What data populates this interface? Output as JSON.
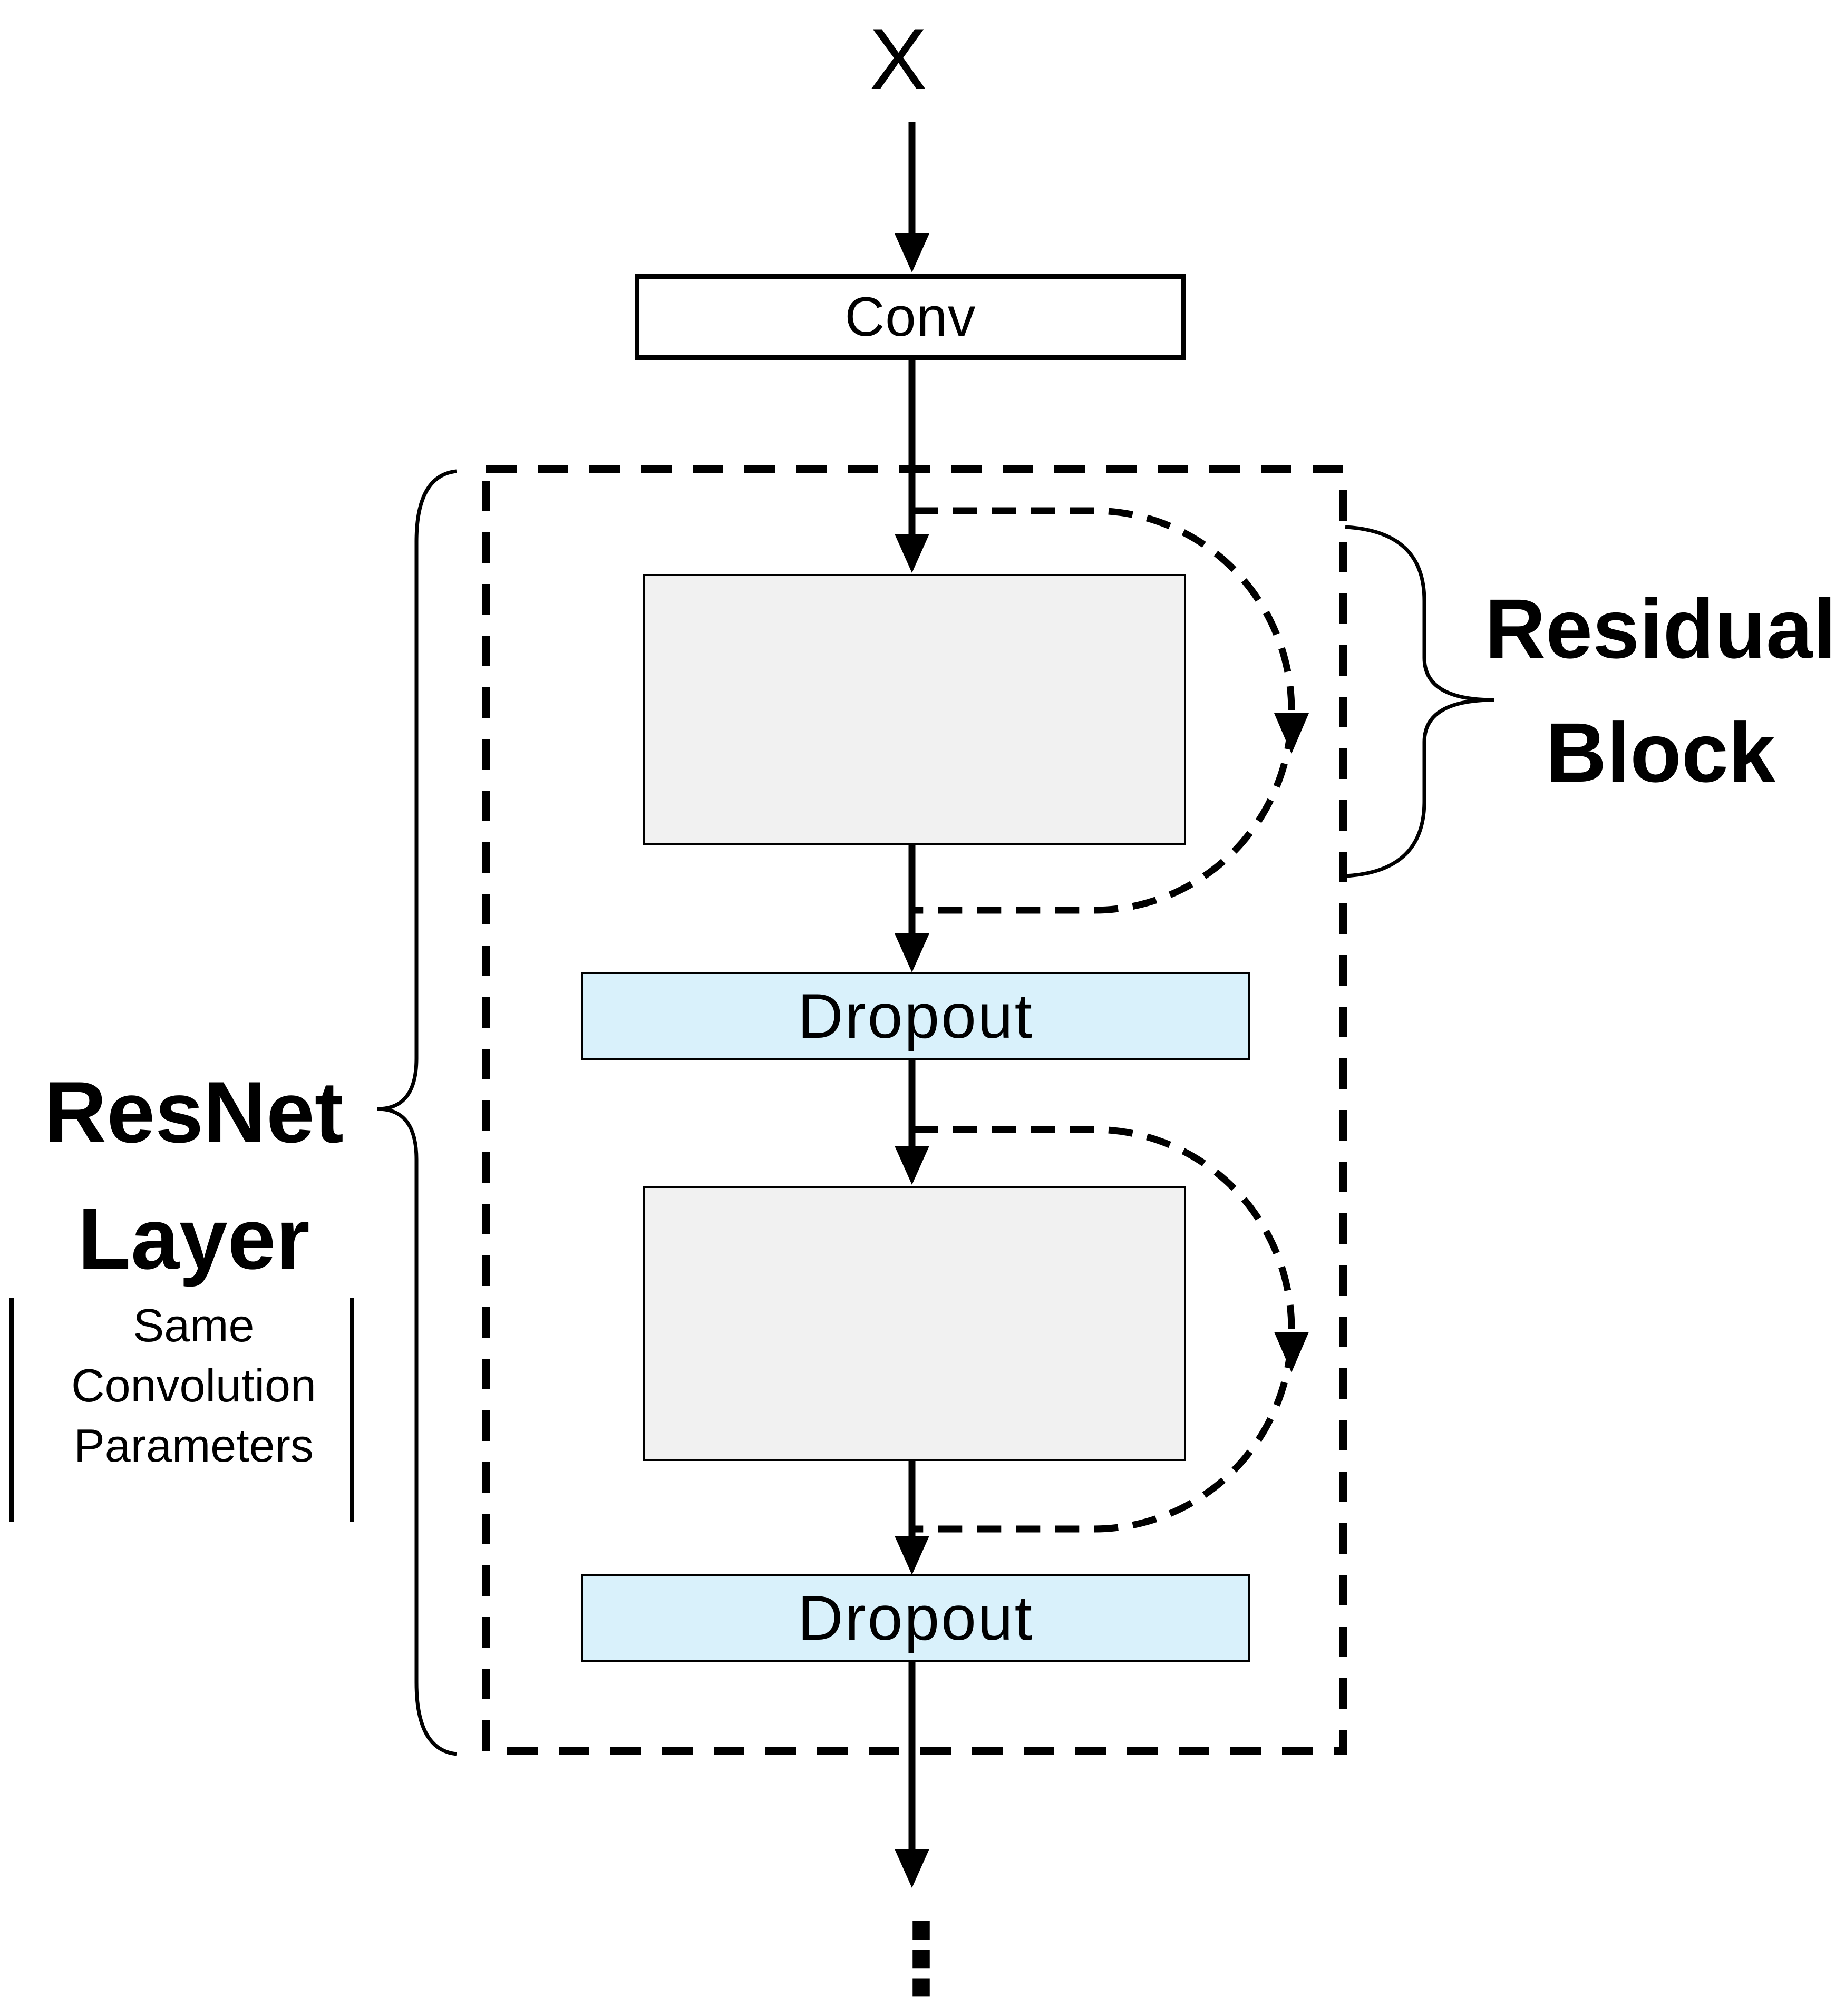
{
  "diagram": {
    "input_label": "X",
    "conv_box": {
      "label": "Conv"
    },
    "resnet_layer": {
      "label": "ResNet\nLayer",
      "sublabel": "Same\nConvolution\nParameters"
    },
    "residual_block": {
      "label": "Residual\nBlock"
    },
    "dropout_boxes": [
      {
        "label": "Dropout"
      },
      {
        "label": "Dropout"
      }
    ],
    "continuation_ellipsis": "⋮",
    "colors": {
      "background": "#ffffff",
      "stroke": "#000000",
      "residual_block_fill": "#f1f1f1",
      "dropout_fill": "#d9f1fb",
      "conv_fill": "#ffffff"
    }
  }
}
